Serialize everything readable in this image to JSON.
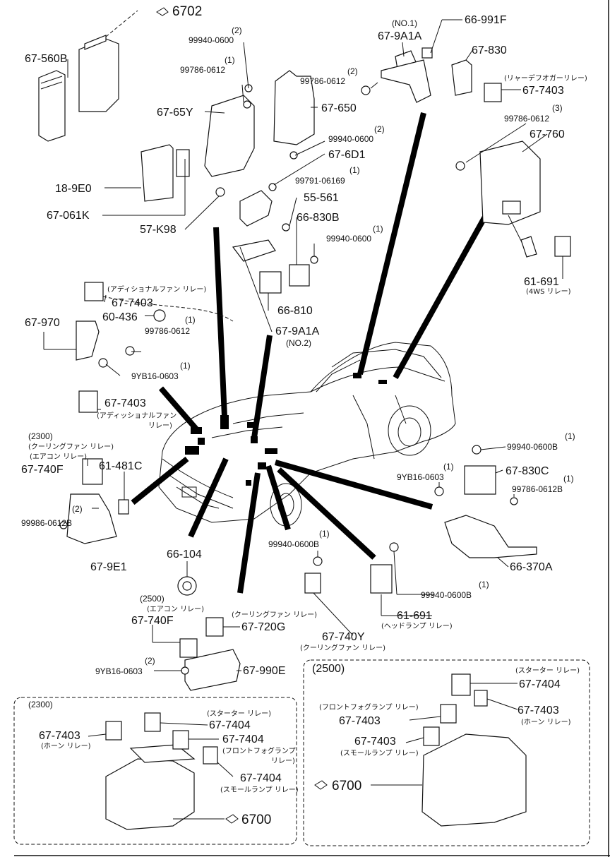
{
  "callouts": {
    "p6702": "6702",
    "p67560B": "67-560B",
    "p99940a_q": "(2)",
    "p99940a": "99940-0600",
    "p99786a_q": "(1)",
    "p99786a": "99786-0612",
    "p6765Y": "67-65Y",
    "p67650": "67-650",
    "p18_9E0": "18-9E0",
    "p67061K": "67-061K",
    "p57K98": "57-K98",
    "p99940b_q": "(2)",
    "p99940b": "99940-0600",
    "p676D1": "67-6D1",
    "p99791_q": "(1)",
    "p99791": "99791-06169",
    "p55561": "55-561",
    "p66830B": "66-830B",
    "p99940c_q": "(1)",
    "p99940c": "99940-0600",
    "p66810": "66-810",
    "p679A1A_2": "67-9A1A",
    "p679A1A_2n": "(NO.2)",
    "p679A1A_1n": "(NO.1)",
    "p679A1A_1": "67-9A1A",
    "p99786b_q": "(2)",
    "p99786b": "99786-0612",
    "p66991F": "66-991F",
    "p67830": "67-830",
    "p677403a_n": "(リャーデフオガーリレー)",
    "p677403a": "67-7403",
    "p99786c_q": "(3)",
    "p99786c": "99786-0612",
    "p67760": "67-760",
    "p61691a": "61-691",
    "p61691a_n": "(4WS リレー)",
    "p677403b_n": "(アディショナルファン リレー)",
    "p677403b": "67-7403",
    "p60436": "60-436",
    "p99786d_q": "(1)",
    "p99786d": "99786-0612",
    "p67970": "67-970",
    "p9YB16a_q": "(1)",
    "p9YB16a": "9YB16-0603",
    "p677403c": "67-7403",
    "p677403c_n1": "(アディッショナルファン",
    "p677403c_n2": "リレー)",
    "p2300a": "(2300)",
    "p67740F_n1": "(クーリングファン リレー)",
    "p67740F_n2": "(エアコン リレー)",
    "p67740F": "67-740F",
    "p61481C": "61-481C",
    "p99986_q": "(2)",
    "p99986": "99986-0612B",
    "p679E1": "67-9E1",
    "p66104": "66-104",
    "p99940d_q": "(1)",
    "p99940d": "99940-0600B",
    "p99940e_q": "(1)",
    "p99940e": "99940-0600B",
    "p67830C": "67-830C",
    "p9YB16b_q": "(1)",
    "p9YB16b": "9YB16-0603",
    "p99786e_q": "(1)",
    "p99786e": "99786-0612B",
    "p66370A": "66-370A",
    "p99940f_q": "(1)",
    "p99940f": "99940-0600B",
    "p61691b": "61-691",
    "p61691b_n": "(ヘッドランプ リレー)",
    "p67740Y": "67-740Y",
    "p67740Y_n": "(クーリングファン リレー)",
    "p2500a": "(2500)",
    "p67740F2_n": "(エアコン リレー)",
    "p67740F2": "67-740F",
    "p67720G_n": "(クーリングファン リレー)",
    "p67720G": "67-720G",
    "p9YB16c_q": "(2)",
    "p9YB16c": "9YB16-0603",
    "p67990E": "67-990E",
    "p2300b": "(2300)",
    "p677403d": "67-7403",
    "p677403d_n": "(ホーン リレー)",
    "p677404a_n": "(スターター リレー)",
    "p677404a": "67-7404",
    "p677404b": "67-7404",
    "p677404b_n1": "(フロントフォグランプ",
    "p677404b_n2": "リレー)",
    "p677404c": "67-7404",
    "p677404c_n": "(スモールランプ リレー)",
    "p6700a": "6700",
    "p2500b": "(2500)",
    "p677404d_n": "(スターター リレー)",
    "p677404d": "67-7404",
    "p677403e_n": "(フロントフォグランプ リレー)",
    "p677403e": "67-7403",
    "p677403f": "67-7403",
    "p677403f_n": "(ホーン リレー)",
    "p677403g": "67-7403",
    "p677403g_n": "(スモールランプ リレー)",
    "p6700b": "6700"
  },
  "icons": {
    "reference": "refer-arrow-icon"
  }
}
